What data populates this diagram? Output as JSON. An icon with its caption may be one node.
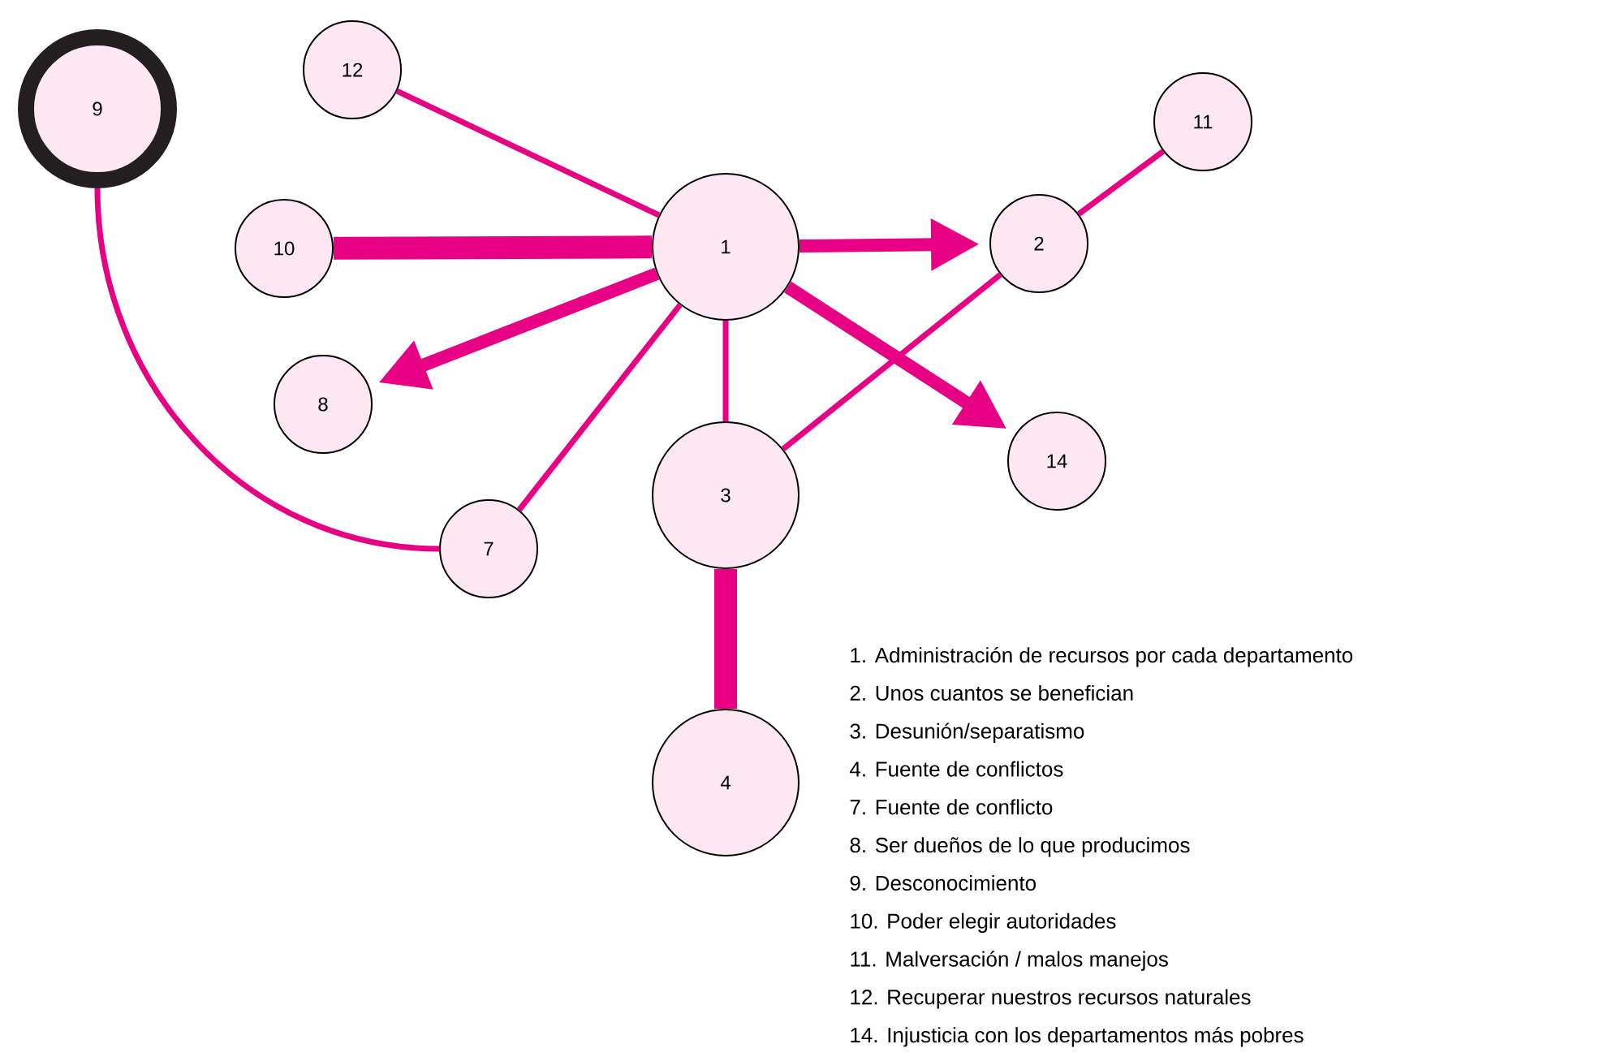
{
  "diagram": {
    "nodes": [
      {
        "text": [
          "1"
        ]
      },
      {
        "text": [
          "2"
        ]
      },
      {
        "text": [
          "3"
        ]
      },
      {
        "text": [
          "4"
        ]
      },
      {
        "text": [
          "7"
        ]
      },
      {
        "text": [
          "8"
        ]
      },
      {
        "text": [
          "9"
        ]
      },
      {
        "text": [
          "10"
        ]
      },
      {
        "text": [
          "11"
        ]
      },
      {
        "text": [
          "12"
        ]
      },
      {
        "text": [
          "14"
        ]
      }
    ],
    "edges": [
      {
        "from": 9,
        "to": 0,
        "arrow": "none"
      },
      {
        "from": 7,
        "to": 0,
        "arrow": "none",
        "style": "thick"
      },
      {
        "from": 0,
        "to": 1,
        "arrow": "to",
        "style": "thick"
      },
      {
        "from": 0,
        "to": 5,
        "arrow": "to",
        "style": "thick"
      },
      {
        "from": 0,
        "to": 10,
        "arrow": "to",
        "style": "thick"
      },
      {
        "from": 0,
        "to": 4,
        "arrow": "none"
      },
      {
        "from": 0,
        "to": 2,
        "arrow": "none"
      },
      {
        "from": 2,
        "to": 1,
        "arrow": "none"
      },
      {
        "from": 1,
        "to": 8,
        "arrow": "none"
      },
      {
        "from": 2,
        "to": 3,
        "arrow": "none",
        "style": "thick"
      },
      {
        "from": 6,
        "to": 4,
        "arrow": "none"
      }
    ],
    "labels": [
      "1. Administración de recursos por cada departamento",
      "2. Unos cuantos se benefician",
      "3. Desunión/separatismo",
      "4. Fuente de conflictos",
      "7. Fuente de conflicto",
      "8. Ser dueños de lo que producimos",
      "9. Desconocimiento",
      "10. Poder elegir autoridades",
      "11. Malversación / malos manejos",
      "12. Recuperar nuestros recursos naturales",
      "14. Injusticia con los departamentos más pobres"
    ]
  }
}
